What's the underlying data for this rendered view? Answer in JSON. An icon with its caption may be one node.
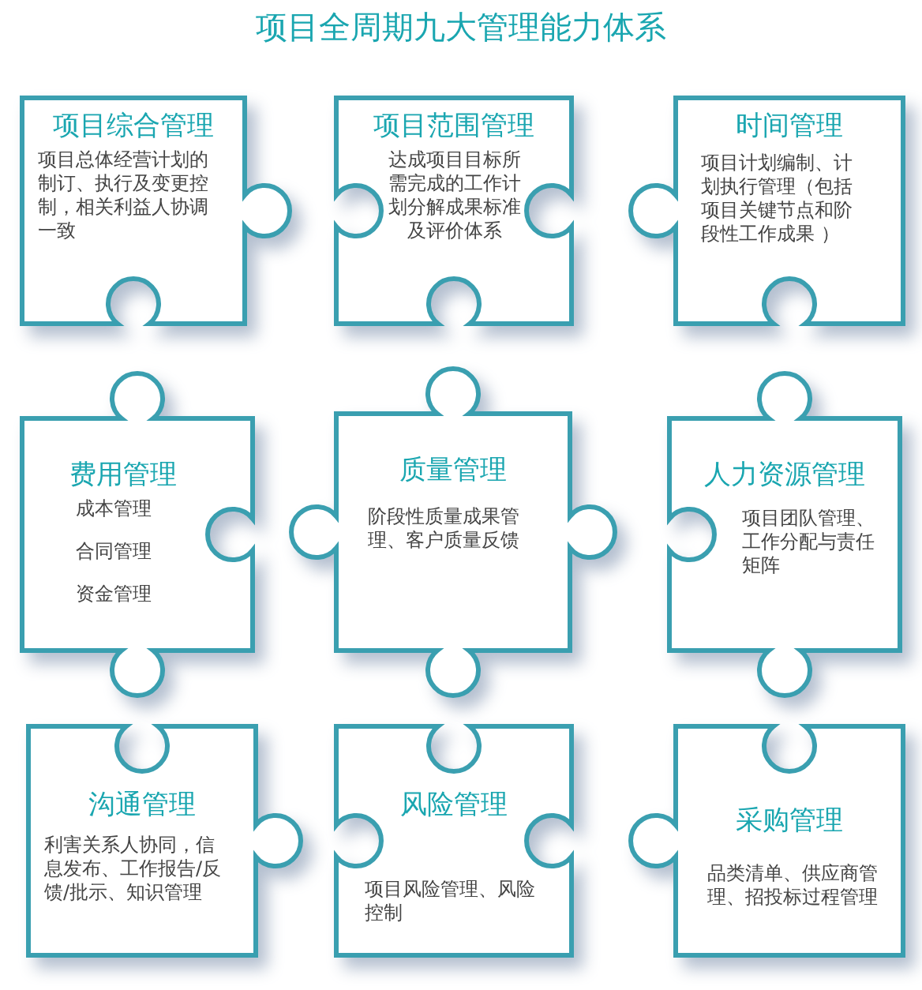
{
  "diagram": {
    "title": "项目全周期九大管理能力体系",
    "nodes": [
      {
        "text": [
          "项目综合管理",
          "项目总体经营计划的制订、执行及变更控制，相关利益人协调一致"
        ]
      },
      {
        "text": [
          "项目范围管理",
          "达成项目目标所需完成的工作计划分解成果标准及评价体系"
        ]
      },
      {
        "text": [
          "时间管理",
          "项目计划编制、计划执行管理（包括项目关键节点和阶段性工作成果 ）"
        ]
      },
      {
        "text": [
          "费用管理",
          "成本管理",
          "合同管理",
          "资金管理"
        ]
      },
      {
        "text": [
          "质量管理",
          "阶段性质量成果管理、客户质量反馈"
        ]
      },
      {
        "text": [
          "人力资源管理",
          "项目团队管理、工作分配与责任矩阵"
        ]
      },
      {
        "text": [
          "沟通管理",
          "利害关系人协同，信息发布、工作报告/反馈/批示、知识管理"
        ]
      },
      {
        "text": [
          "风险管理",
          "项目风险管理、风险控制"
        ]
      },
      {
        "text": [
          "采购管理",
          "品类清单、供应商管理、招投标过程管理"
        ]
      }
    ]
  }
}
